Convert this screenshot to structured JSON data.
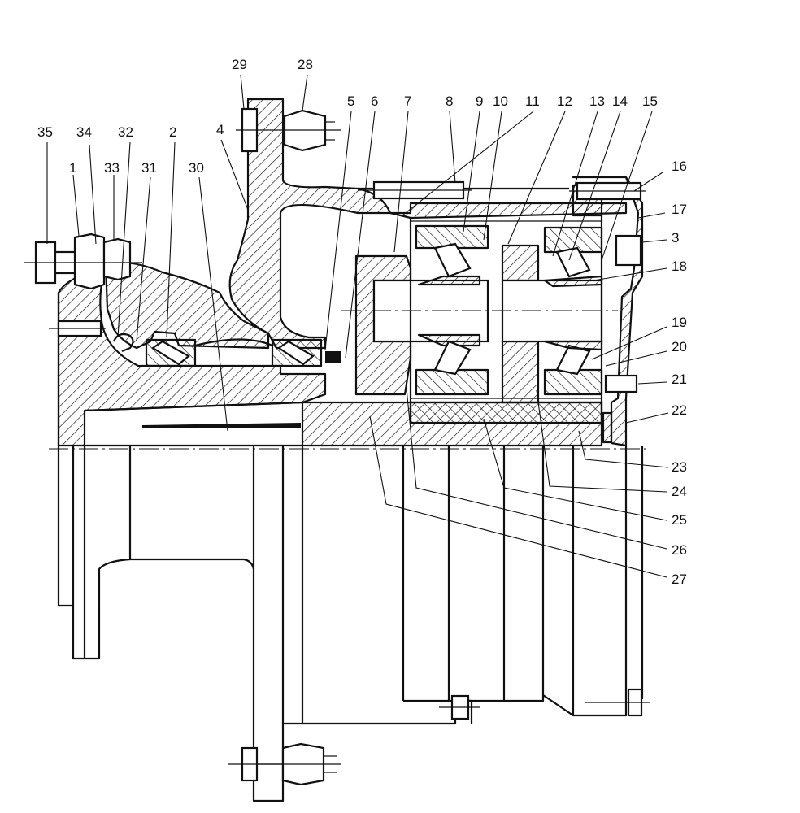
{
  "drawing": {
    "part_labels": [
      "35",
      "34",
      "32",
      "2",
      "4",
      "29",
      "28",
      "5",
      "6",
      "7",
      "8",
      "9",
      "10",
      "11",
      "12",
      "13",
      "14",
      "15",
      "16",
      "17",
      "3",
      "18",
      "19",
      "20",
      "21",
      "22",
      "23",
      "24",
      "25",
      "26",
      "27",
      "1",
      "33",
      "31",
      "30"
    ]
  }
}
